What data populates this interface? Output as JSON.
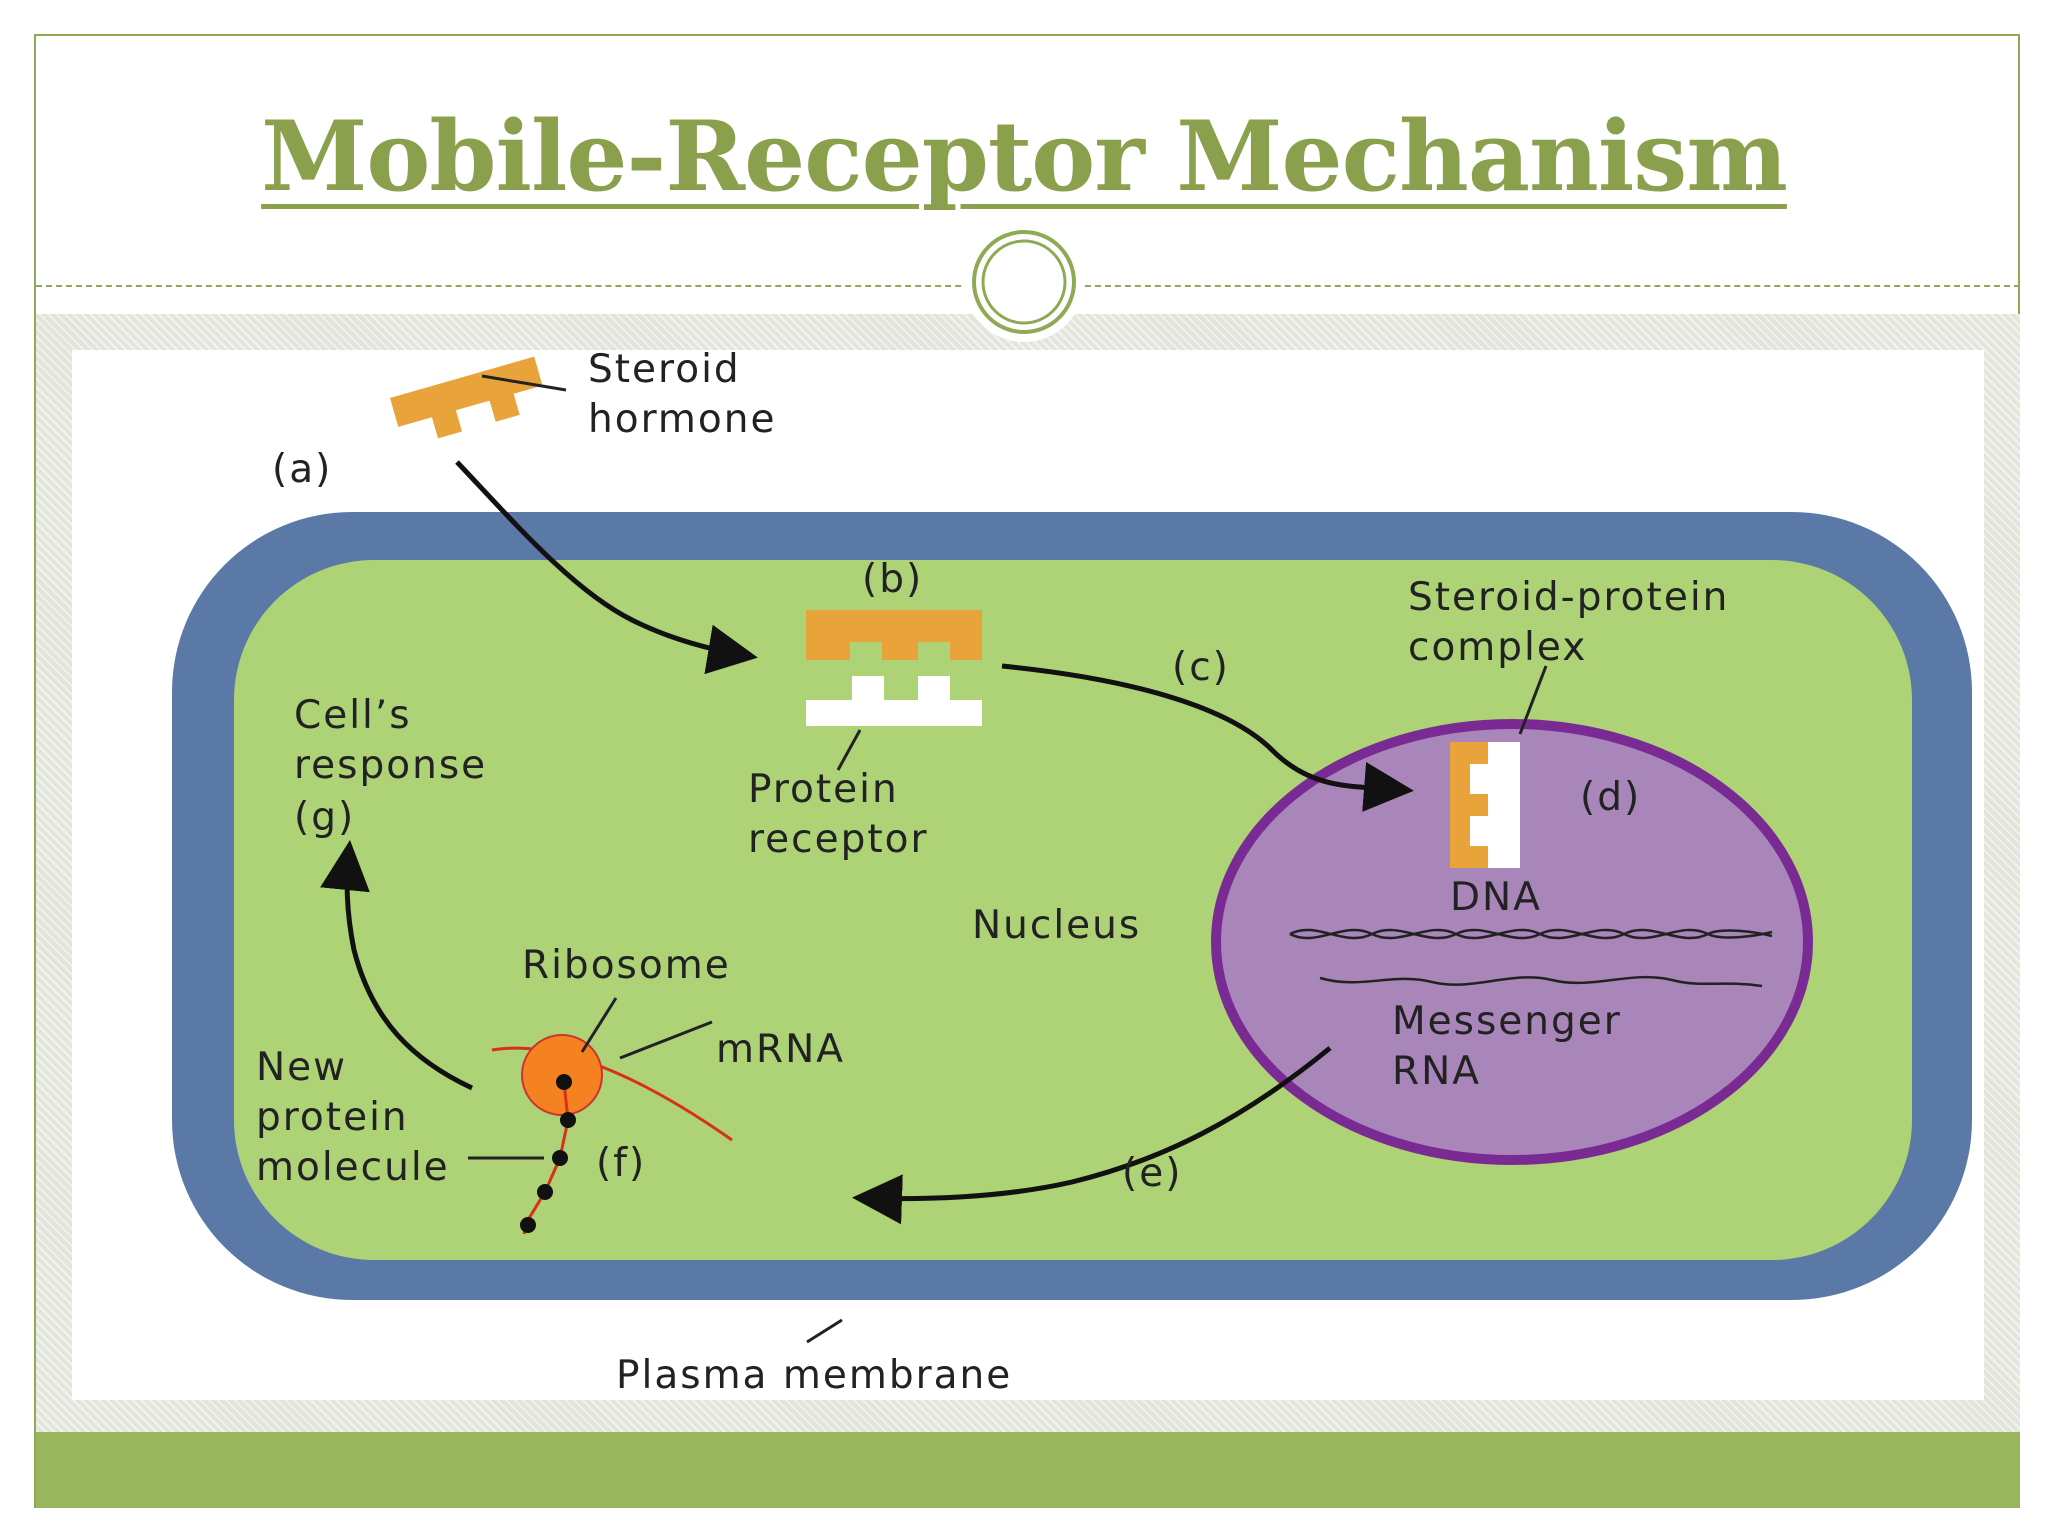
{
  "slide": {
    "title": "Mobile-Receptor Mechanism",
    "colors": {
      "accent": "#8ba04c",
      "bottom_bar": "#99b55e",
      "membrane": "#5b79a6",
      "cytoplasm": "#aed276",
      "nucleus_fill": "#a986b9",
      "nucleus_stroke": "#7a2a93",
      "hormone": "#e8a33a",
      "ribosome": "#f58220",
      "mrna": "#d8301a"
    }
  },
  "diagram": {
    "labels": {
      "steroid_hormone_1": "Steroid",
      "steroid_hormone_2": "hormone",
      "step_a": "(a)",
      "step_b": "(b)",
      "step_c": "(c)",
      "step_d": "(d)",
      "step_e": "(e)",
      "step_f": "(f)",
      "step_g": "(g)",
      "complex_1": "Steroid-protein",
      "complex_2": "complex",
      "receptor_1": "Protein",
      "receptor_2": "receptor",
      "response_1": "Cell’s",
      "response_2": "response",
      "nucleus": "Nucleus",
      "dna": "DNA",
      "messenger_1": "Messenger",
      "messenger_2": "RNA",
      "ribosome": "Ribosome",
      "mrna": "mRNA",
      "new_protein_1": "New",
      "new_protein_2": "protein",
      "new_protein_3": "molecule",
      "plasma_membrane": "Plasma membrane"
    }
  }
}
